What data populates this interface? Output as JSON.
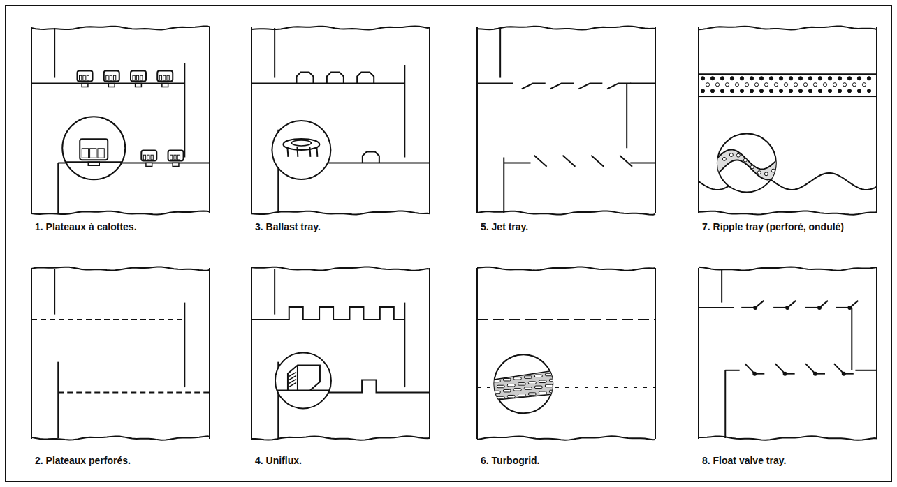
{
  "diagram": {
    "labels": [
      "1. Plateaux à calottes.",
      "3. Ballast tray.",
      "5. Jet tray.",
      "7. Ripple tray (perforé, ondulé)",
      "2. Plateaux perforés.",
      "4. Uniflux.",
      "6. Turbogrid.",
      "8. Float valve tray."
    ]
  }
}
